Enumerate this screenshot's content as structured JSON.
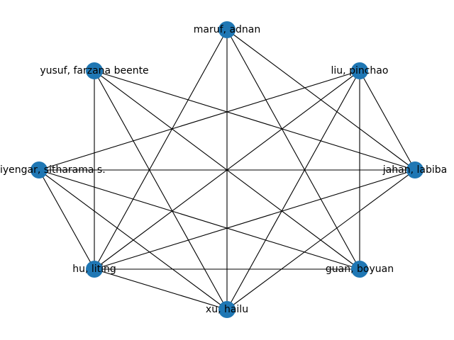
{
  "graph": {
    "nodes": [
      {
        "id": "maruf",
        "label": "maruf, adnan"
      },
      {
        "id": "liu",
        "label": "liu, pinchao"
      },
      {
        "id": "jahan",
        "label": "jahan, labiba"
      },
      {
        "id": "guan",
        "label": "guan, boyuan"
      },
      {
        "id": "xu",
        "label": "xu, hailu"
      },
      {
        "id": "hu",
        "label": "hu, liting"
      },
      {
        "id": "iyengar",
        "label": "iyengar, sitharama s."
      },
      {
        "id": "yusuf",
        "label": "yusuf, farzana beente"
      }
    ],
    "edges": [
      [
        "maruf",
        "jahan"
      ],
      [
        "maruf",
        "guan"
      ],
      [
        "maruf",
        "xu"
      ],
      [
        "maruf",
        "hu"
      ],
      [
        "liu",
        "jahan"
      ],
      [
        "liu",
        "guan"
      ],
      [
        "liu",
        "xu"
      ],
      [
        "liu",
        "hu"
      ],
      [
        "liu",
        "iyengar"
      ],
      [
        "jahan",
        "yusuf"
      ],
      [
        "jahan",
        "iyengar"
      ],
      [
        "jahan",
        "hu"
      ],
      [
        "jahan",
        "xu"
      ],
      [
        "guan",
        "yusuf"
      ],
      [
        "guan",
        "iyengar"
      ],
      [
        "guan",
        "hu"
      ],
      [
        "xu",
        "hu"
      ],
      [
        "xu",
        "iyengar"
      ],
      [
        "xu",
        "yusuf"
      ],
      [
        "hu",
        "iyengar"
      ],
      [
        "hu",
        "yusuf"
      ]
    ],
    "node_color": "#1f77b4",
    "edge_color": "#000000"
  }
}
